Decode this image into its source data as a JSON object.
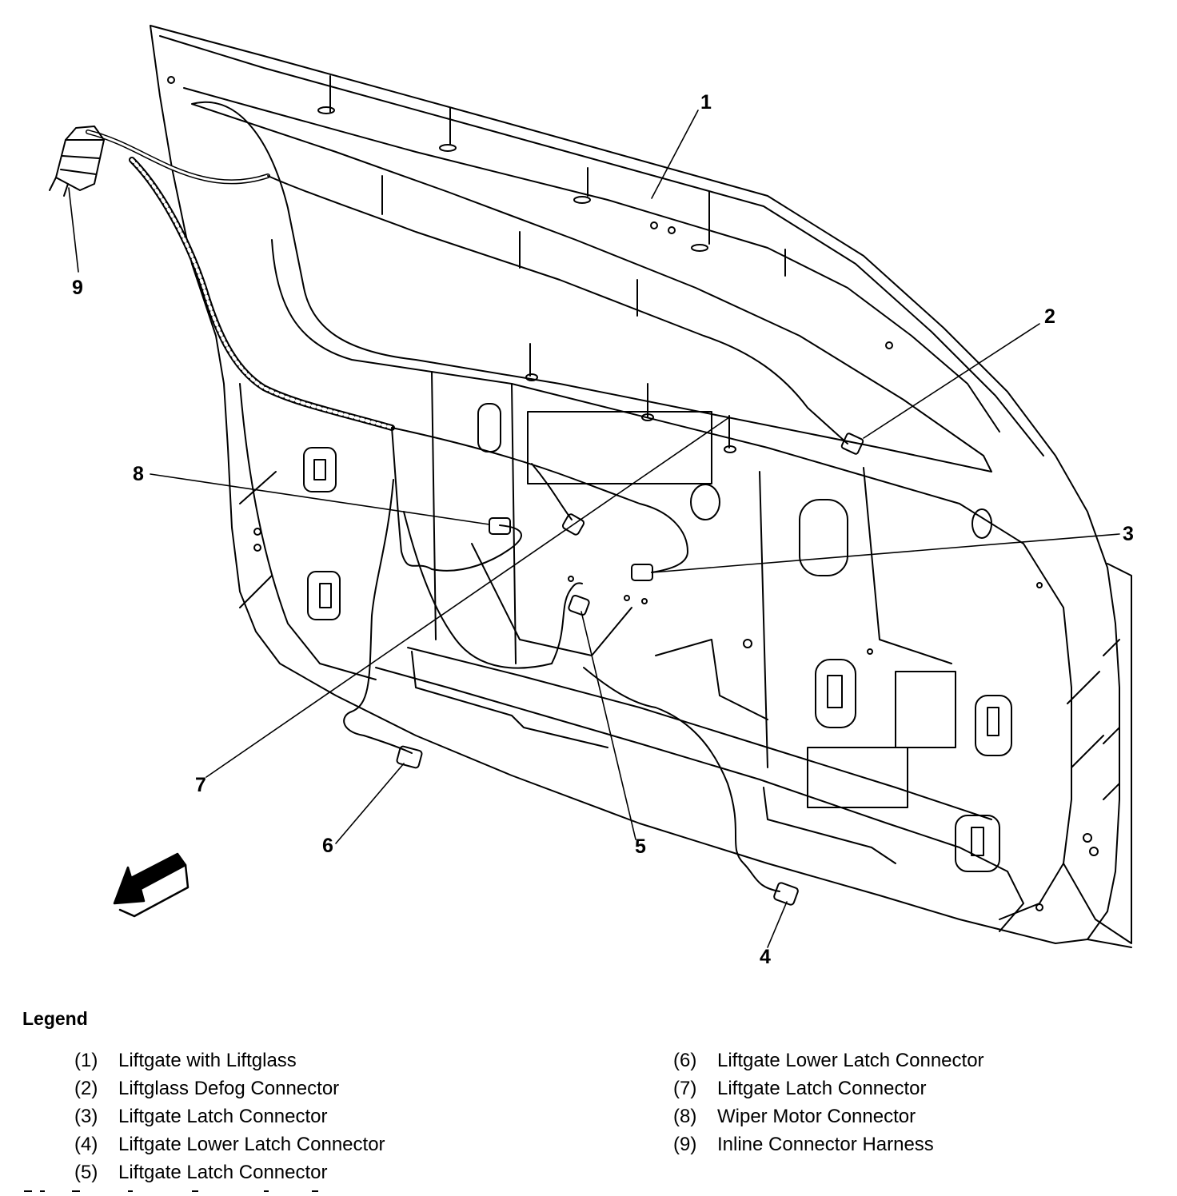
{
  "legend": {
    "title": "Legend",
    "left": [
      {
        "num": "(1)",
        "text": "Liftgate with Liftglass"
      },
      {
        "num": "(2)",
        "text": "Liftglass Defog Connector"
      },
      {
        "num": "(3)",
        "text": "Liftgate Latch Connector"
      },
      {
        "num": "(4)",
        "text": "Liftgate Lower Latch Connector"
      },
      {
        "num": "(5)",
        "text": "Liftgate Latch Connector"
      }
    ],
    "right": [
      {
        "num": "(6)",
        "text": "Liftgate Lower Latch Connector"
      },
      {
        "num": "(7)",
        "text": "Liftgate Latch Connector"
      },
      {
        "num": "(8)",
        "text": "Wiper Motor Connector"
      },
      {
        "num": "(9)",
        "text": "Inline Connector Harness"
      }
    ]
  },
  "callouts": {
    "c1": "1",
    "c2": "2",
    "c3": "3",
    "c4": "4",
    "c5": "5",
    "c6": "6",
    "c7": "7",
    "c8": "8",
    "c9": "9"
  },
  "icons": {
    "direction": "front-direction-arrow-icon"
  },
  "colors": {
    "line": "#000000",
    "background": "#ffffff"
  }
}
